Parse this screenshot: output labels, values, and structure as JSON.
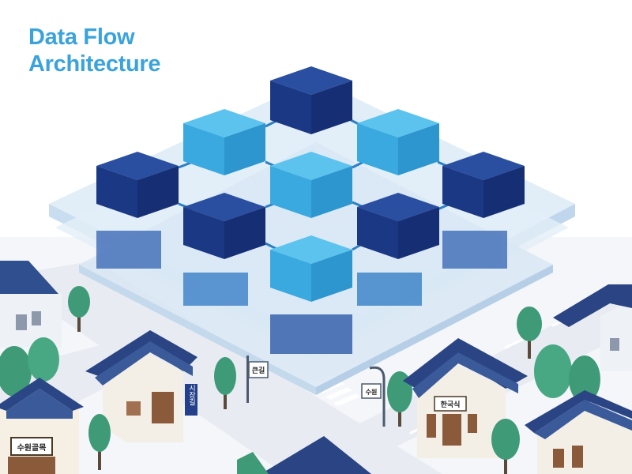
{
  "header": {
    "title_line1": "Data Flow",
    "title_line2": "Architecture"
  },
  "colors": {
    "accent": "#3aa3dc",
    "node_dark_top": "#1f3f8e",
    "node_light_top": "#3cb3e6",
    "roof": "#2d4a8a",
    "tree": "#3f9a78",
    "road": "#e9edf3"
  },
  "diagram": {
    "node_grid_rows": 3,
    "node_grid_cols": 3,
    "node_pattern": [
      [
        "dark",
        "light",
        "dark"
      ],
      [
        "light",
        "light",
        "dark"
      ],
      [
        "dark",
        "dark",
        "light"
      ]
    ]
  },
  "signs": {
    "left_hanok": "수원골목",
    "left_post": "시장길",
    "center_post": "큰길",
    "right_post": "수원",
    "right_hanok": "한국식"
  }
}
